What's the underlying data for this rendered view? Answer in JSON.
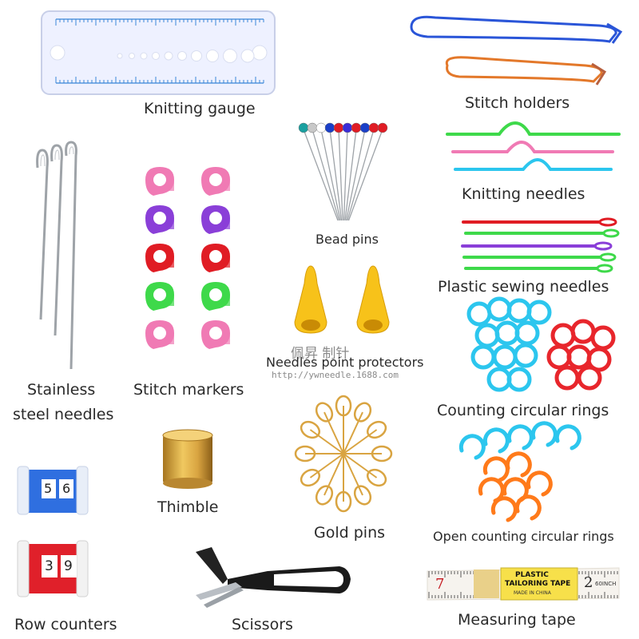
{
  "labels": {
    "knitting_gauge": "Knitting gauge",
    "stitch_holders": "Stitch holders",
    "knitting_needles": "Knitting needles",
    "bead_pins": "Bead pins",
    "plastic_sewing_needles": "Plastic sewing needles",
    "stainless_line1": "Stainless",
    "stainless_line2": "steel needles",
    "stitch_markers": "Stitch markers",
    "needles_point_protectors": "Needles point protectors",
    "counting_circular_rings": "Counting circular rings",
    "thimble": "Thimble",
    "gold_pins": "Gold pins",
    "open_counting_circular_rings": "Open counting circular rings",
    "row_counters": "Row counters",
    "scissors": "Scissors",
    "measuring_tape": "Measuring tape"
  },
  "watermark": {
    "chinese": "佩昇 制针",
    "url": "http://ywneedle.1688.com"
  },
  "row_counter_digits": {
    "top_left": "5",
    "top_right": "6",
    "bottom_left": "3",
    "bottom_right": "9"
  },
  "tape": {
    "brand_line1": "PLASTIC",
    "brand_line2": "TAILORING TAPE",
    "made_in": "MADE IN CHINA",
    "number_left": "7",
    "number_right": "2",
    "inch": "60INCH"
  },
  "colors": {
    "gauge_blue": "#3a86d8",
    "marker_pink": "#f07ab4",
    "marker_purple": "#8a3fd8",
    "marker_red": "#e01c24",
    "marker_green": "#3ed94a",
    "ring_cyan": "#2cc6ee",
    "ring_red": "#e8262c",
    "ring_orange": "#ff7a1a",
    "gold": "#d9a441",
    "protector_yellow": "#f7c21a"
  }
}
